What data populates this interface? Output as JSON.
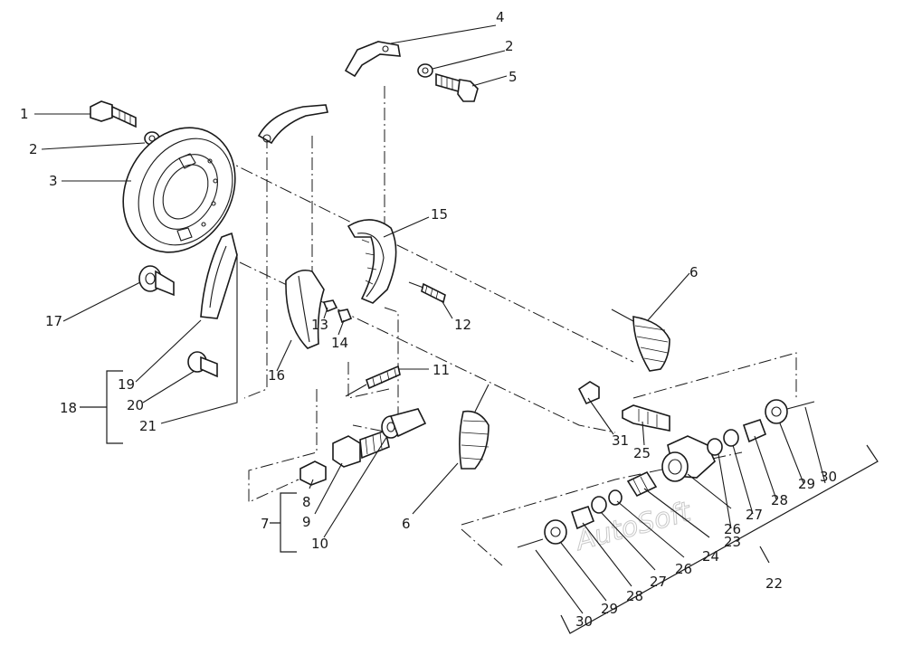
{
  "watermark": "AutoSoft",
  "labels": [
    "1",
    "2",
    "3",
    "17",
    "18",
    "19",
    "20",
    "21",
    "4",
    "2",
    "5",
    "15",
    "16",
    "13",
    "14",
    "12",
    "11",
    "6",
    "6",
    "7",
    "8",
    "9",
    "10",
    "31",
    "25",
    "26",
    "27",
    "28",
    "29",
    "30",
    "23",
    "24",
    "26",
    "27",
    "28",
    "29",
    "30",
    "22"
  ]
}
